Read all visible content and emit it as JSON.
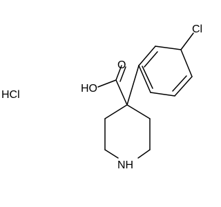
{
  "molecule": {
    "atoms": {
      "chlorine": "Cl",
      "carbonyl_oxygen": "O",
      "hydroxyl": "HO",
      "ring_nitrogen": "NH"
    },
    "salt": "HCl"
  }
}
